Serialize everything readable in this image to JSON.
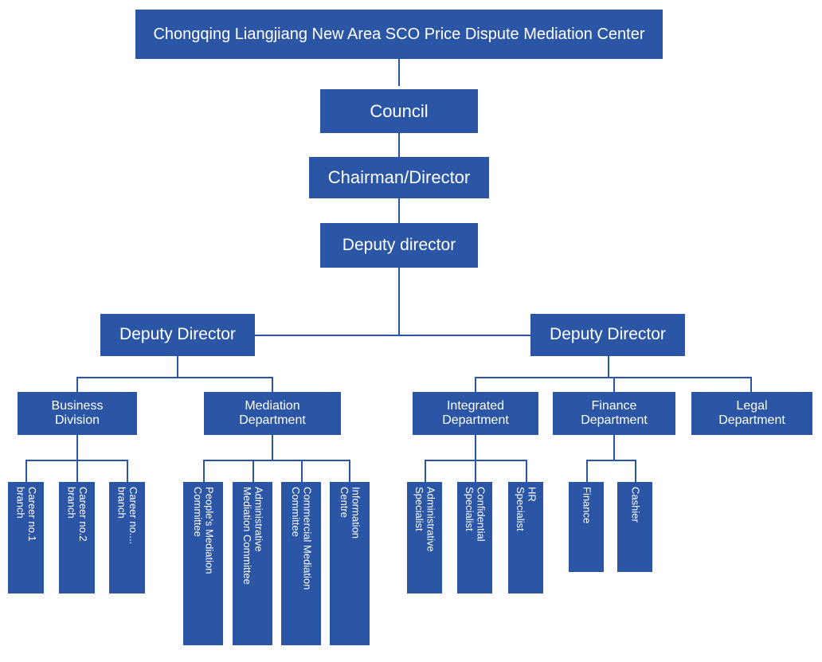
{
  "chart_data": {
    "type": "diagram",
    "diagram_kind": "organizational-chart",
    "title": "Chongqing Liangjiang New Area SCO Price Dispute Mediation Center",
    "accent_color": "#2a56a5",
    "background_color": "#ffffff",
    "text_color": "#ffffff",
    "levels": 5,
    "node_count": 24
  },
  "nodes": {
    "root": {
      "label": "Chongqing Liangjiang New Area SCO Price Dispute Mediation Center"
    },
    "council": {
      "label": "Council"
    },
    "chairman": {
      "label": "Chairman/Director"
    },
    "deputy_director_top": {
      "label": "Deputy director"
    },
    "deputy_director_left": {
      "label": "Deputy Director"
    },
    "deputy_director_right": {
      "label": "Deputy Director"
    },
    "business_division": {
      "label": "Business\nDivision"
    },
    "mediation_department": {
      "label": "Mediation\nDepartment"
    },
    "integrated_department": {
      "label": "Integrated\nDepartment"
    },
    "finance_department": {
      "label": "Finance\nDepartment"
    },
    "legal_department": {
      "label": "Legal\nDepartment"
    },
    "career_branch_1": {
      "label": "Career no.1\nbranch"
    },
    "career_branch_2": {
      "label": "Career no.2\nbranch"
    },
    "career_branch_n": {
      "label": "Career no....\nbranch"
    },
    "peoples_mediation_committee": {
      "label": "People's Mediation\nCommittee"
    },
    "administrative_mediation_committee": {
      "label": "Administrative\nMediation Committee"
    },
    "commercial_mediation_committee": {
      "label": "Commercial Mediation\nCommittee"
    },
    "information_centre": {
      "label": "Information\nCentre"
    },
    "administrative_specialist": {
      "label": "Administrative\nSpecialist"
    },
    "confidential_specialist": {
      "label": "Confidential\nSpecialist"
    },
    "hr_specialist": {
      "label": "HR\nSpecialist"
    },
    "finance_staff": {
      "label": "Finance"
    },
    "cashier": {
      "label": "Cashier"
    }
  }
}
